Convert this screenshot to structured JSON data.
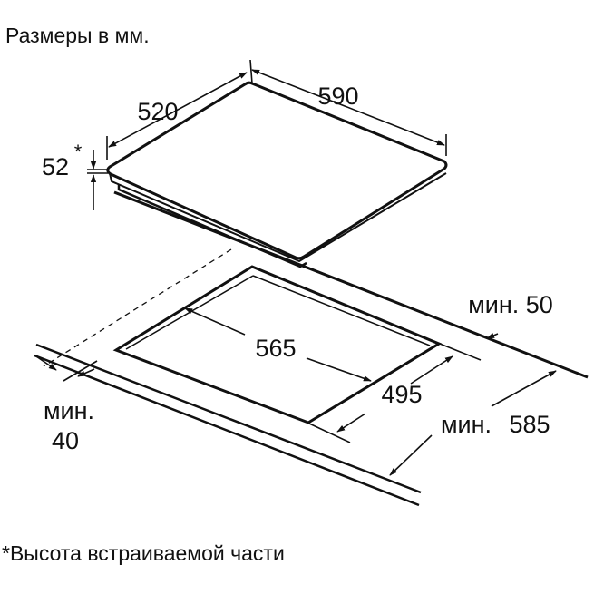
{
  "header": {
    "title": "Размеры в мм."
  },
  "dimensions": {
    "hob_depth": "520",
    "hob_width": "590",
    "hob_height": "52",
    "hob_height_mark": "*",
    "cutout_width": "565",
    "cutout_depth": "495",
    "min_front_prefix": "мин.",
    "min_front_value": "40",
    "min_rear": "мин. 50",
    "min_counter_prefix": "мин.",
    "min_counter_value": "585"
  },
  "footnote": {
    "text": "*Высота встраиваемой части"
  },
  "colors": {
    "line": "#111111",
    "background": "#ffffff"
  }
}
